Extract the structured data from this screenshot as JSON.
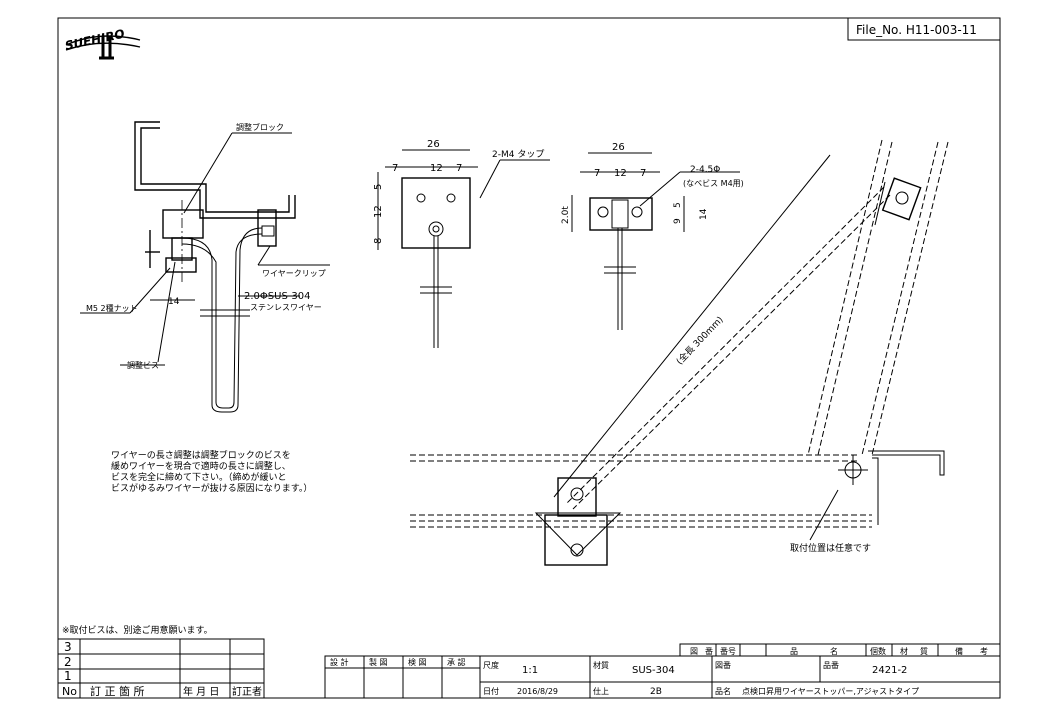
{
  "logo": {
    "text": "SUEHIRO"
  },
  "file_no": "File_No. H11-003-11",
  "left_view": {
    "label_block": "調整ブロック",
    "label_clip": "ワイヤークリップ",
    "label_nut": "M5 2種ナット",
    "label_dim14": "14",
    "label_wire1": "2.0ΦSUS-304",
    "label_wire2": "ステンレスワイヤー",
    "label_screw": "調整ビス"
  },
  "note_lines": [
    "ワイヤーの長さ調整は調整ブロックのビスを",
    "緩めワイヤーを現合で適時の長さに調整し、",
    "ビスを完全に締めて下さい。（締めが緩いと",
    "ビスがゆるみワイヤーが抜ける原因になります。）"
  ],
  "plate_a": {
    "dim_w": "26",
    "dim_7a": "7",
    "dim_12": "12",
    "dim_7b": "7",
    "tap": "2-M4 タップ",
    "dim_5": "5",
    "dim_12v": "12",
    "dim_8": "8"
  },
  "plate_b": {
    "dim_w": "26",
    "dim_7a": "7",
    "dim_12": "12",
    "dim_7b": "7",
    "hole1": "2-4.5Φ",
    "hole2": "(なベビス M4用)",
    "dim_t": "2.0t",
    "dim_9": "9",
    "dim_5": "5",
    "dim_14": "14"
  },
  "assembly": {
    "full_length": "(全長 300mm)",
    "position_note": "取付位置は任意です"
  },
  "footnote": "※取付ビスは、別途ご用意願います。",
  "revision": {
    "rows": [
      "3",
      "2",
      "1"
    ],
    "headers": [
      "No",
      "訂 正 箇 所",
      "年 月 日",
      "訂正者"
    ]
  },
  "title_block": {
    "approvals": [
      "設 計",
      "製 図",
      "検 図",
      "承 認"
    ],
    "scale_label": "尺度",
    "scale": "1:1",
    "material_label": "材質",
    "material": "SUS-304",
    "drawing_no_label": "図番",
    "part_no_label": "品番",
    "part_no": "2421-2",
    "date_label": "日付",
    "date": "2016/8/29",
    "finish_label": "仕上",
    "finish": "2B",
    "name_label": "品名",
    "name": "点検口昇用ワイヤーストッパー,アジャストタイプ",
    "parts_headers": [
      "図",
      "番",
      "番号",
      "品",
      "名",
      "個数",
      "材",
      "質",
      "備",
      "考"
    ]
  }
}
